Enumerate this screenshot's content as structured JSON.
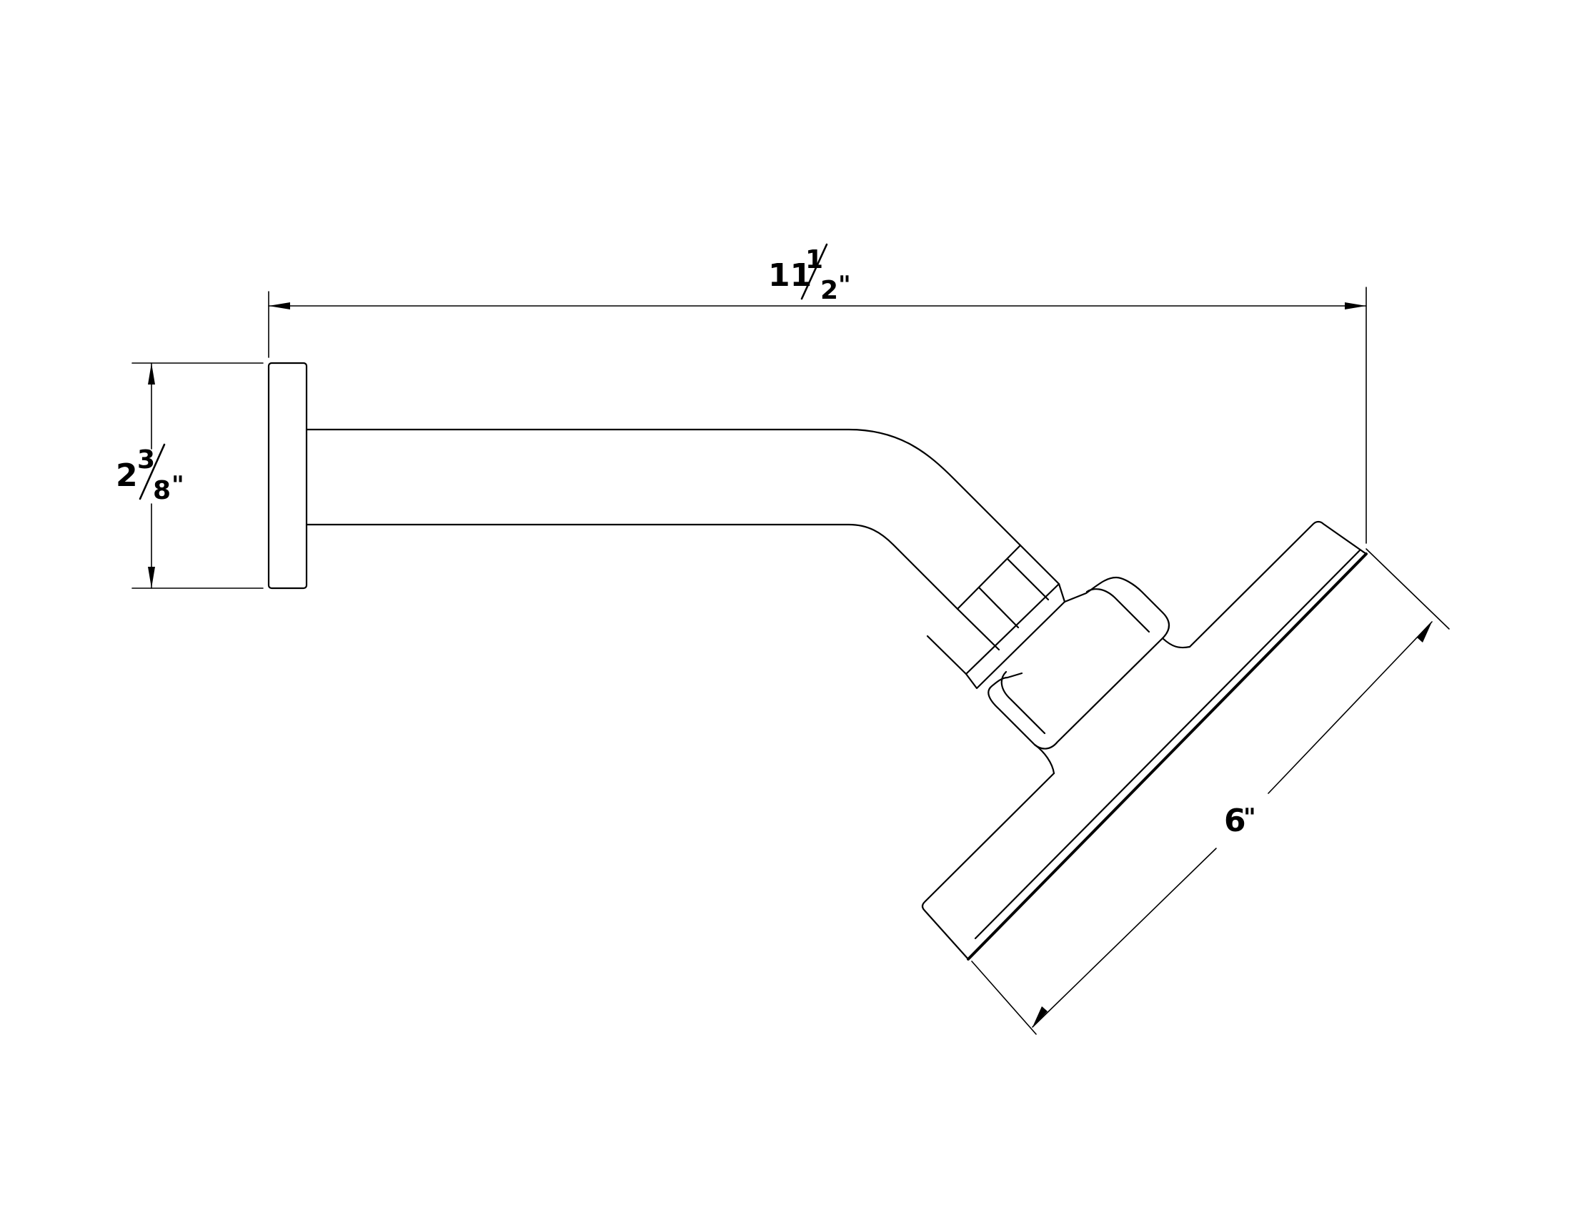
{
  "dimensions": {
    "overall_length": {
      "whole": "11",
      "numerator": "1",
      "denominator": "2",
      "unit": "\""
    },
    "flange_height": {
      "whole": "2",
      "numerator": "3",
      "denominator": "8",
      "unit": "\""
    },
    "head_diameter": {
      "whole": "6",
      "unit": "\""
    }
  }
}
